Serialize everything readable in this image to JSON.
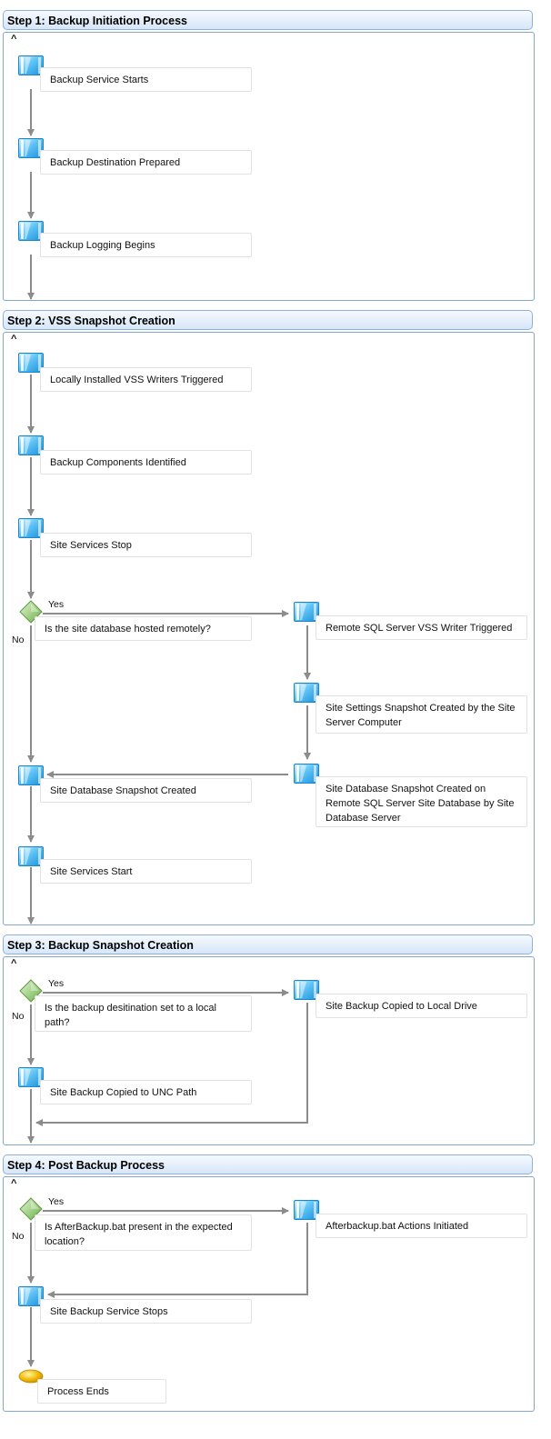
{
  "sections": [
    {
      "title": "Step 1: Backup Initiation Process",
      "nodes": [
        {
          "text": "Backup Service Starts"
        },
        {
          "text": "Backup Destination Prepared"
        },
        {
          "text": "Backup Logging Begins"
        }
      ]
    },
    {
      "title": "Step 2: VSS Snapshot Creation",
      "nodes": [
        {
          "text": "Locally Installed VSS Writers Triggered"
        },
        {
          "text": "Backup Components Identified"
        },
        {
          "text": "Site Services Stop"
        },
        {
          "text": "Is the site database hosted remotely?"
        },
        {
          "text": "Remote SQL Server VSS Writer Triggered"
        },
        {
          "text": "Site Settings Snapshot Created by the Site Server Computer"
        },
        {
          "text": "Site Database Snapshot Created"
        },
        {
          "text": "Site Database Snapshot Created on Remote SQL Server Site Database by Site Database Server"
        },
        {
          "text": "Site Services Start"
        }
      ],
      "labels": {
        "yes": "Yes",
        "no": "No"
      }
    },
    {
      "title": "Step 3: Backup Snapshot Creation",
      "nodes": [
        {
          "text": "Is the backup desitination set to a local path?"
        },
        {
          "text": "Site Backup Copied to Local Drive"
        },
        {
          "text": "Site Backup Copied to UNC Path"
        }
      ],
      "labels": {
        "yes": "Yes",
        "no": "No"
      }
    },
    {
      "title": "Step 4: Post Backup Process",
      "nodes": [
        {
          "text": "Is AfterBackup.bat present in the expected location?"
        },
        {
          "text": "Afterbackup.bat Actions Initiated"
        },
        {
          "text": "Site Backup Service Stops"
        },
        {
          "text": "Process Ends"
        }
      ],
      "labels": {
        "yes": "Yes",
        "no": "No"
      }
    }
  ],
  "colors": {
    "header_border": "#8fb1d8",
    "connector": "#8c8c8c",
    "process_icon": "#3aa8e8",
    "decision_icon": "#8cc46c",
    "terminator_icon": "#f2b800"
  },
  "icons": {
    "process": "process-step-icon",
    "decision": "decision-diamond-icon",
    "terminator": "terminator-oval-icon",
    "collapse": "caret-up-icon"
  }
}
